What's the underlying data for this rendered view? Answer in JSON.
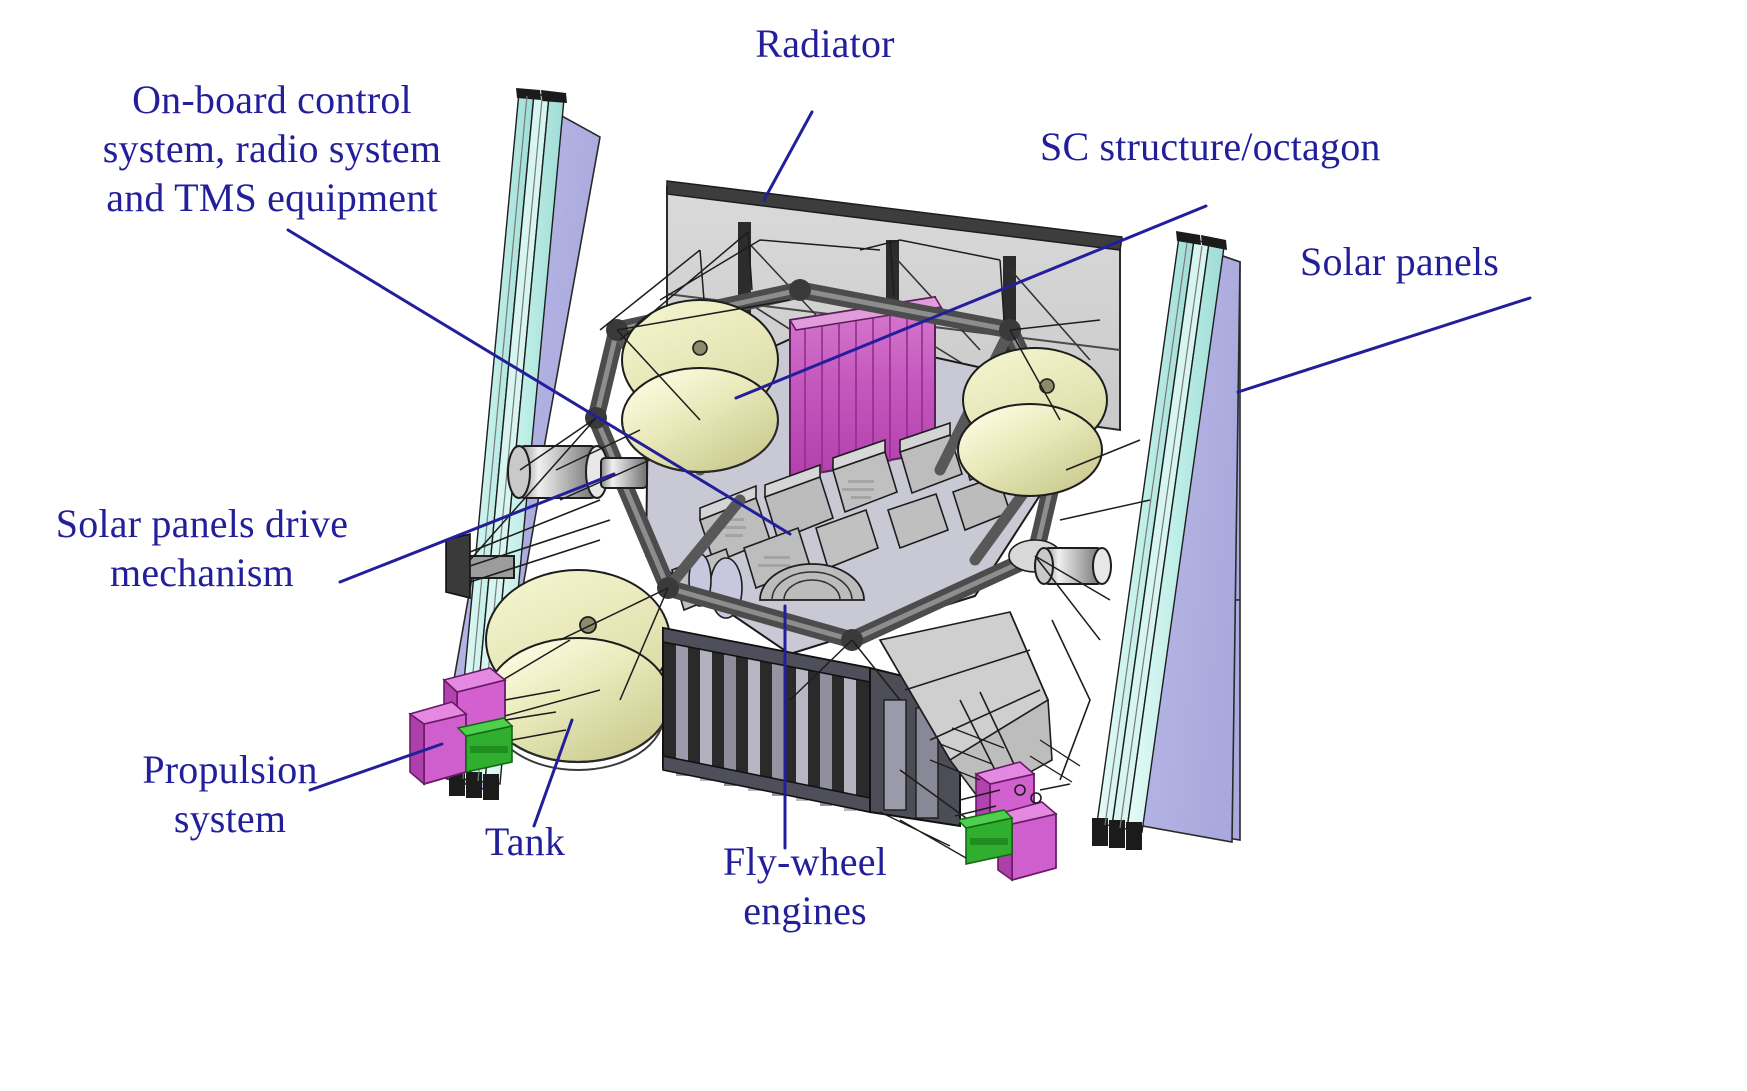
{
  "diagram": {
    "title": "Spacecraft bus configuration with labeled subsystems",
    "background_color": "#ffffff",
    "label_color": "#231f9b",
    "leader_line_color": "#231f9b",
    "labels": [
      {
        "id": "onboard",
        "text": "On-board control\nsystem, radio system\nand TMS equipment",
        "name": "on-board-control-system-radio-system-and-tms-equipment"
      },
      {
        "id": "radiator",
        "text": "Radiator",
        "name": "radiator"
      },
      {
        "id": "sc",
        "text": "SC structure/octagon",
        "name": "sc-structure-octagon"
      },
      {
        "id": "solar",
        "text": "Solar panels",
        "name": "solar-panels"
      },
      {
        "id": "spdm",
        "text": "Solar panels drive\nmechanism",
        "name": "solar-panels-drive-mechanism"
      },
      {
        "id": "prop",
        "text": "Propulsion\nsystem",
        "name": "propulsion-system"
      },
      {
        "id": "tank",
        "text": "Tank",
        "name": "tank"
      },
      {
        "id": "flywheel",
        "text": "Fly-wheel\nengines",
        "name": "fly-wheel-engines"
      }
    ],
    "components": {
      "radiator_panel_color": "#d2d2d2",
      "solar_panel_face_color": "#b3b3e2",
      "solar_panel_edge_color": "#cdf2ee",
      "tank_color": "#e3e3ab",
      "equipment_module_color": "#cc5fc4",
      "truss_color": "#6d6d6d",
      "equipment_box_color": "#c3c3c3",
      "thruster_block_color": "#d154cf",
      "thruster_accent_color": "#2fae2f"
    }
  }
}
